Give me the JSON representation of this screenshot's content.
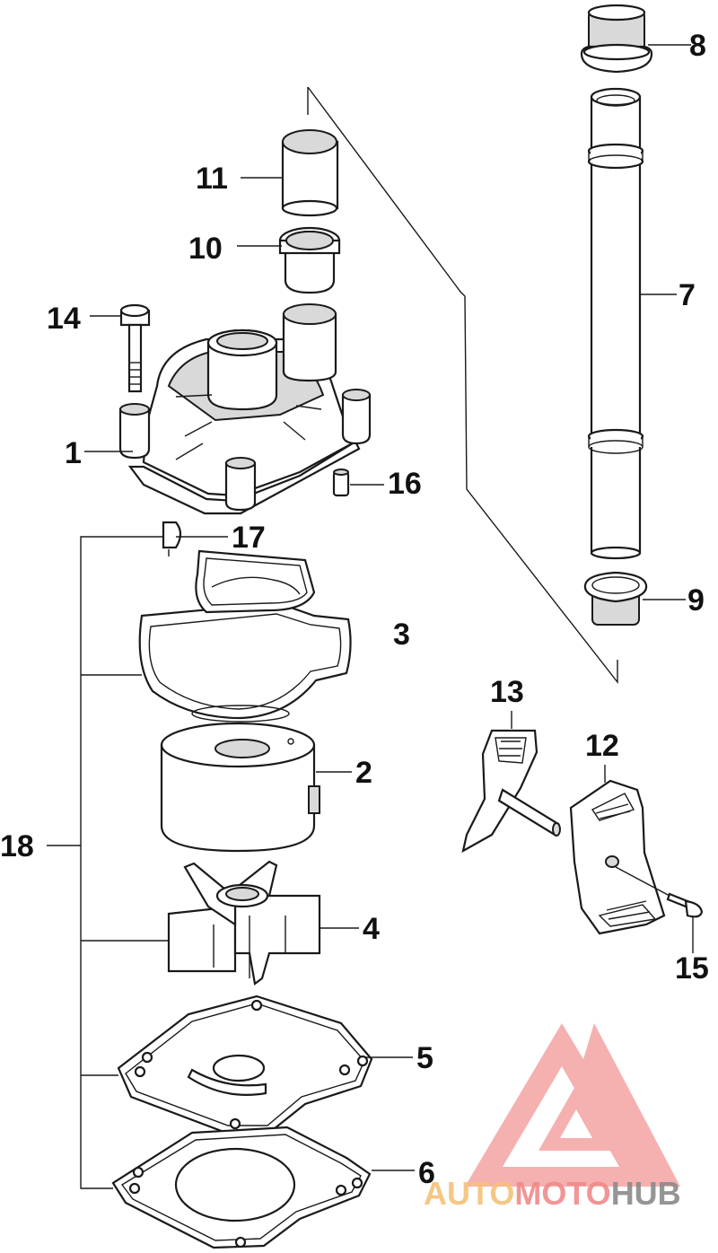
{
  "diagram": {
    "callouts": {
      "c1": "1",
      "c2": "2",
      "c3": "3",
      "c4": "4",
      "c5": "5",
      "c6": "6",
      "c7": "7",
      "c8": "8",
      "c9": "9",
      "c10": "10",
      "c11": "11",
      "c12": "12",
      "c13": "13",
      "c14": "14",
      "c15": "15",
      "c16": "16",
      "c17": "17",
      "c18": "18"
    }
  },
  "watermark": {
    "part1": "AUTO",
    "part2": "MOTO",
    "part3": "HUB",
    "color_primary": "#f08a8a",
    "color_secondary": "#f5c27a",
    "color_dark": "#7a7a7a"
  }
}
